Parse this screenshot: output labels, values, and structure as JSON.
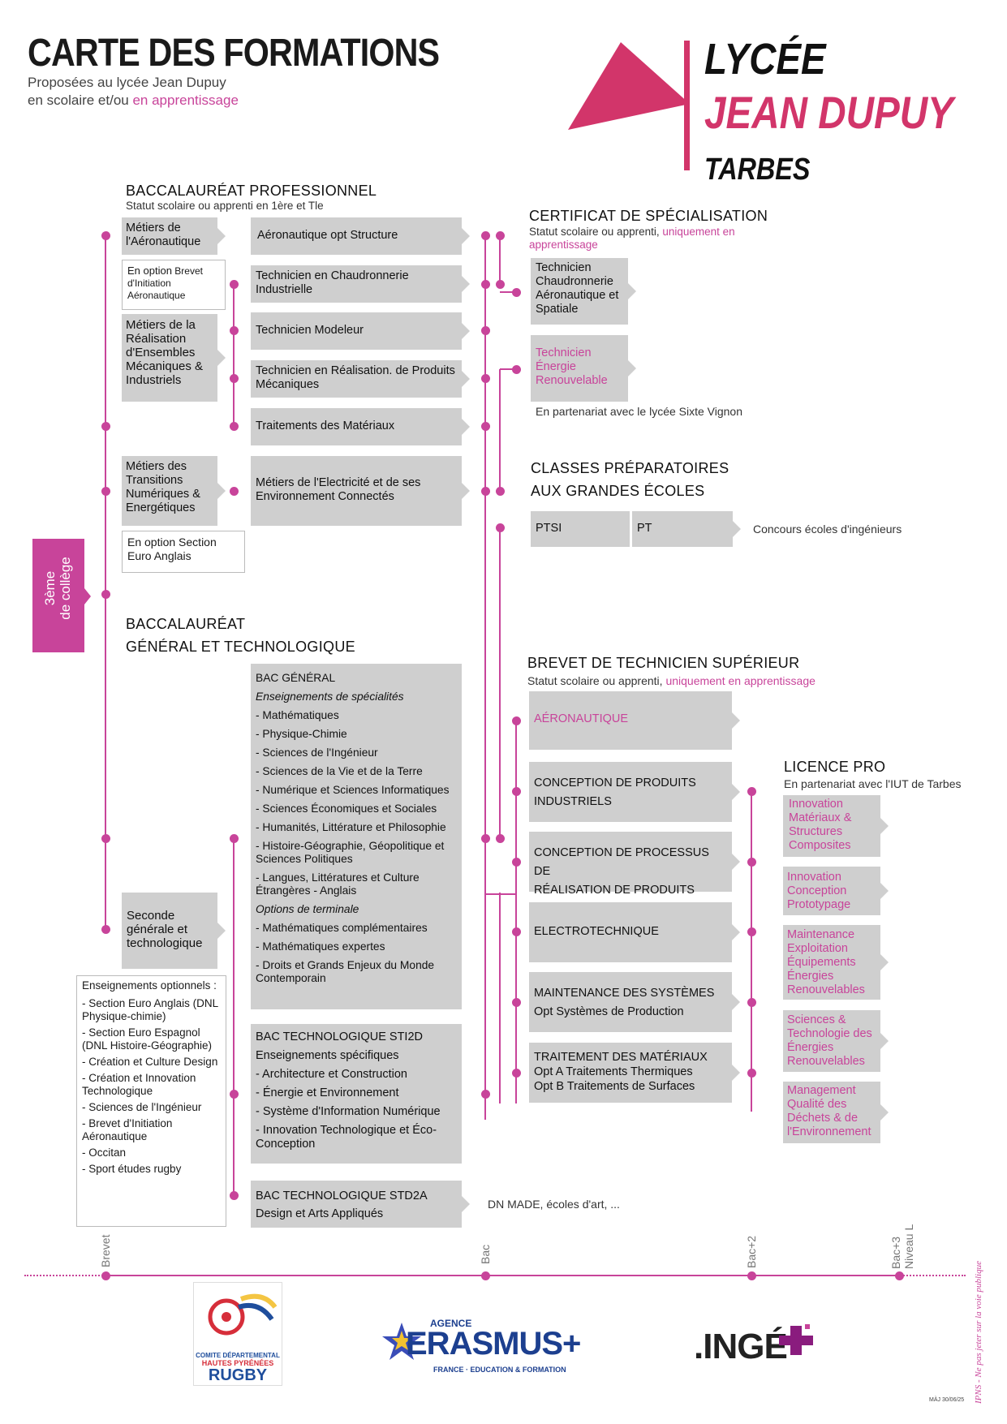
{
  "header": {
    "title": "CARTE DES FORMATIONS",
    "subtitle_line1": "Proposées au lycée Jean Dupuy",
    "subtitle_line2_a": "en scolaire et/ou ",
    "subtitle_line2_b": "en apprentissage"
  },
  "logo": {
    "line1": "LYCÉE",
    "line2": "JEAN DUPUY",
    "line3": "TARBES"
  },
  "side_label": {
    "line1": "3ème",
    "line2": "de collège"
  },
  "bac_pro": {
    "title": "BACCALAURÉAT PROFESSIONNEL",
    "status": "Statut scolaire ou apprenti en 1ère et Tle",
    "families": [
      "Métiers de l'Aéronautique",
      "Métiers de la Réalisation d'Ensembles Mécaniques & Industriels",
      "Métiers des Transitions Numériques & Energétiques"
    ],
    "option1_prefix": "En option",
    "option1_text": " Brevet d'Initiation Aéronautique",
    "option2_prefix": "En option",
    "option2_text": " Section Euro Anglais",
    "diplomas": [
      "Aéronautique opt Structure",
      "Technicien en Chaudronnerie Industrielle",
      "Technicien Modeleur",
      "Technicien en Réalisation. de Produits Mécaniques",
      "Traitements des Matériaux",
      "Métiers de l'Electricité et de ses Environnement Connectés"
    ]
  },
  "cs": {
    "title": "CERTIFICAT DE SPÉCIALISATION",
    "status_a": "Statut scolaire ou apprenti, ",
    "status_b": "uniquement en apprentissage",
    "items": [
      "Technicien Chaudronnerie Aéronautique et Spatiale",
      "Technicien Énergie Renouvelable"
    ],
    "partnership": "En partenariat avec le lycée Sixte Vignon"
  },
  "cpge": {
    "title_line1": "CLASSES PRÉPARATOIRES",
    "title_line2": "AUX GRANDES ÉCOLES",
    "items": [
      "PTSI",
      "PT"
    ],
    "outcome": "Concours écoles d'ingénieurs"
  },
  "bac_gt": {
    "title_line1": "BACCALAURÉAT",
    "title_line2": "GÉNÉRAL ET TECHNOLOGIQUE",
    "seconde": "Seconde générale et technologique",
    "options_title": "Enseignements optionnels :",
    "options": [
      "- Section Euro Anglais (DNL Physique-chimie)",
      "- Section Euro Espagnol (DNL Histoire-Géographie)",
      "- Création et Culture Design",
      "- Création et Innovation Technologique",
      "- Sciences de l'Ingénieur",
      "- Brevet d'Initiation Aéronautique",
      "- Occitan",
      "- Sport études rugby"
    ],
    "general": {
      "title": "BAC GÉNÉRAL",
      "spec_title": "Enseignements de spécialités",
      "specs": [
        "- Mathématiques",
        "- Physique-Chimie",
        "- Sciences de l'Ingénieur",
        "- Sciences de la Vie et de la Terre",
        "- Numérique et Sciences Informatiques",
        "- Sciences Économiques et Sociales",
        "- Humanités, Littérature et Philosophie",
        "- Histoire-Géographie, Géopolitique et Sciences Politiques",
        "- Langues, Littératures et Culture Étrangères - Anglais"
      ],
      "opt_title": "Options de terminale",
      "opts": [
        "- Mathématiques complémentaires",
        "- Mathématiques expertes",
        "- Droits et Grands Enjeux du Monde Contemporain"
      ]
    },
    "sti2d": {
      "title": "BAC TECHNOLOGIQUE STI2D",
      "sub": "Enseignements spécifiques",
      "items": [
        "- Architecture et Construction",
        "- Énergie et Environnement",
        "- Système d'Information Numérique",
        "- Innovation Technologique et Éco-Conception"
      ]
    },
    "std2a": {
      "title": "BAC TECHNOLOGIQUE STD2A",
      "sub": "Design et Arts Appliqués",
      "outcome": "DN MADE, écoles d'art, ..."
    }
  },
  "bts": {
    "title": "BREVET DE TECHNICIEN SUPÉRIEUR",
    "status_a": "Statut scolaire ou apprenti, ",
    "status_b": "uniquement en apprentissage",
    "items": [
      {
        "l1": "AÉRONAUTIQUE",
        "l2": "",
        "l3": ""
      },
      {
        "l1": "CONCEPTION DE PRODUITS",
        "l2": "INDUSTRIELS",
        "l3": ""
      },
      {
        "l1": "CONCEPTION DE PROCESSUS DE",
        "l2": "RÉALISATION DE PRODUITS",
        "l3": ""
      },
      {
        "l1": "ELECTROTECHNIQUE",
        "l2": "",
        "l3": ""
      },
      {
        "l1": "MAINTENANCE DES SYSTÈMES",
        "l2": "Opt Systèmes de Production",
        "l3": ""
      },
      {
        "l1": "TRAITEMENT DES MATÉRIAUX",
        "l2": "Opt A Traitements Thermiques",
        "l3": "Opt B Traitements de Surfaces"
      }
    ]
  },
  "licence": {
    "title": "LICENCE PRO",
    "partner": "En partenariat avec l'IUT de Tarbes",
    "items": [
      "Innovation Matériaux & Structures Composites",
      "Innovation Conception Prototypage",
      "Maintenance Exploitation Équipements Énergies Renouvelables",
      "Sciences & Technologie des Énergies Renouvelables",
      "Management Qualité des Déchets & de l'Environnement"
    ]
  },
  "timeline": {
    "brevet": "Brevet",
    "bac": "Bac",
    "bac2": "Bac+2",
    "bac3": "Bac+3",
    "niveau": "Niveau L"
  },
  "footer": {
    "rugby_l1": "COMITE DÉPARTEMENTAL",
    "rugby_l2": "HAUTES PYRÉNÉES",
    "rugby_l3": "RUGBY",
    "erasmus_agence": "AGENCE",
    "erasmus_main": "ERASMUS+",
    "erasmus_sub": "FRANCE · EDUCATION & FORMATION",
    "inge": ".INGÉ",
    "maj": "MÀJ 30/06/25",
    "ipns": "IPNS - Ne pas jeter sur la voie publique"
  },
  "colors": {
    "accent": "#c8449a",
    "logo": "#d2356a",
    "box": "#cfcfcf"
  }
}
